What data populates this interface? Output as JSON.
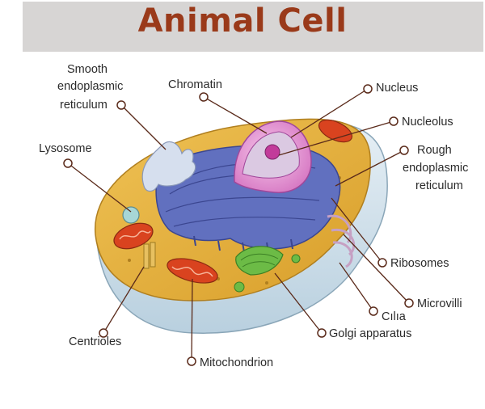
{
  "title": "Animal Cell",
  "labels": {
    "smooth_er": [
      "Smooth",
      "endoplasmic",
      "reticulum"
    ],
    "chromatin": "Chromatin",
    "nucleus": "Nucleus",
    "nucleolus": "Nucleolus",
    "rough_er": [
      "Rough",
      "endoplasmic",
      "reticulum"
    ],
    "lysosome": "Lysosome",
    "ribosomes": "Ribosomes",
    "microvilli": "Microvilli",
    "cilia": "Cılıa",
    "golgi": "Golgi apparatus",
    "centrioles": "Centrioles",
    "mitochondrion": "Mitochondrion"
  },
  "colors": {
    "title": "#9a3a1a",
    "leader": "#5a2a1a",
    "cytoplasm": "#e3b23c",
    "membrane": "#c9dbe6",
    "er": "#6170bf",
    "nucleus": "#e49ad4",
    "mitochondria": "#d9431f",
    "golgi": "#6cbb46"
  }
}
